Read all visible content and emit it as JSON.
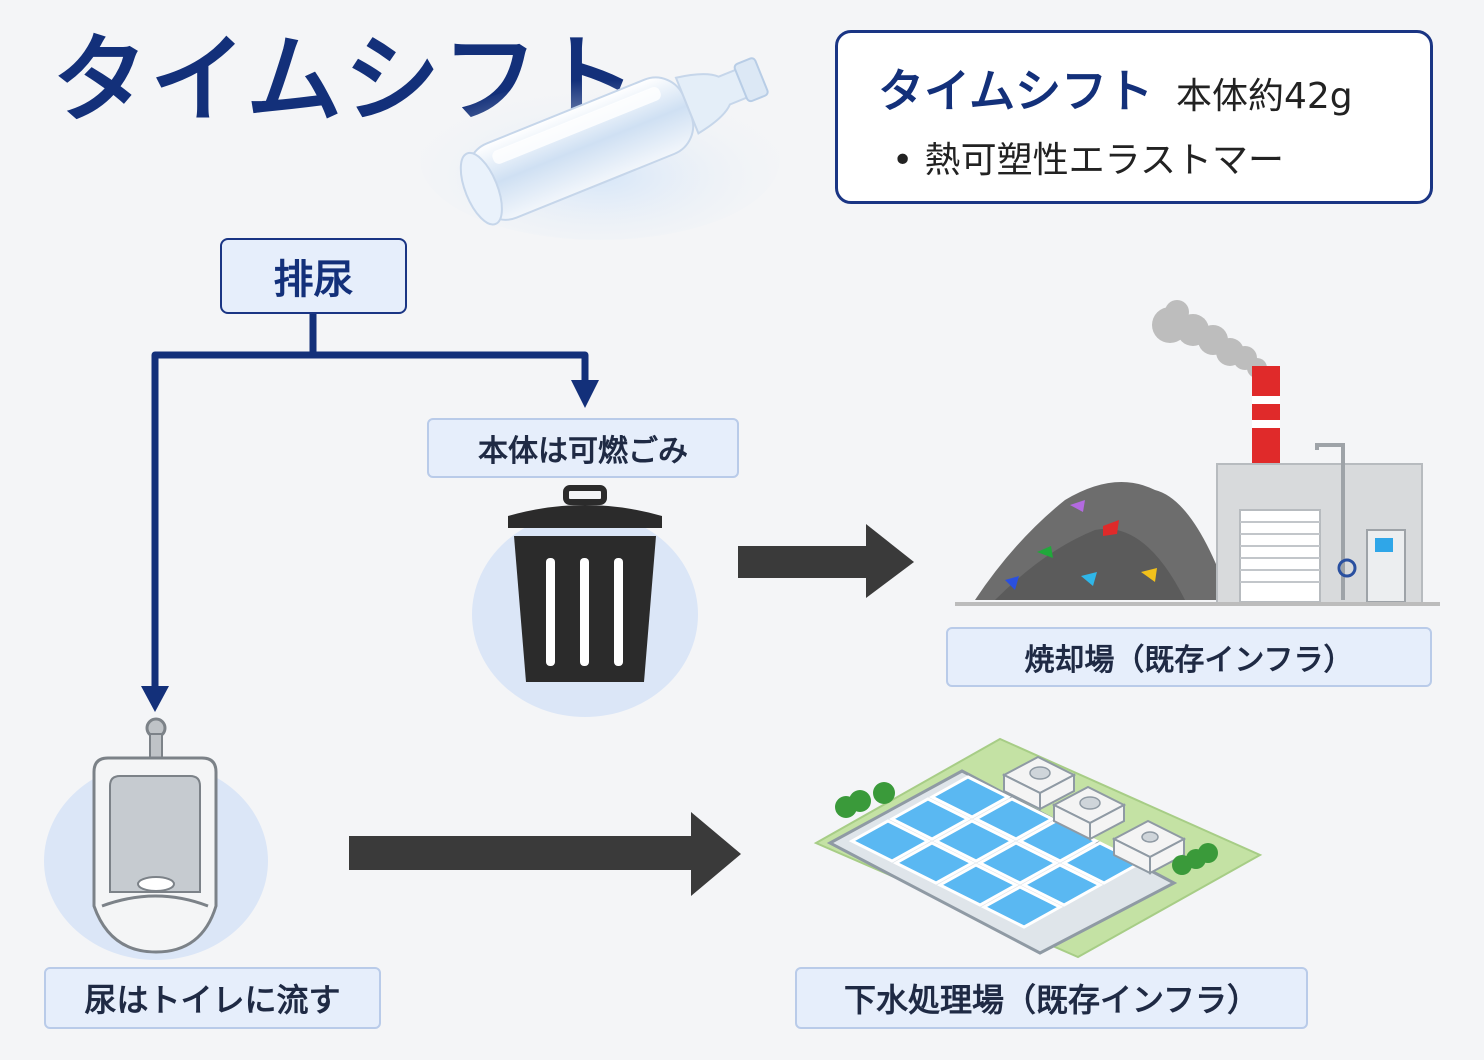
{
  "title": "タイムシフト",
  "info_box": {
    "product_name": "タイムシフト",
    "weight": "本体約42g",
    "material_bullet": "• 熱可塑性エラストマー"
  },
  "flow": {
    "start_label": "排尿",
    "trash_label": "本体は可燃ごみ",
    "incinerator_label": "焼却場（既存インフラ）",
    "toilet_label": "尿はトイレに流す",
    "sewage_label": "下水処理場（既存インフラ）"
  },
  "colors": {
    "brand_navy": "#13307a",
    "label_bg": "#e6eefb",
    "arrow_gray": "#3a3a3a",
    "chimney_red": "#e02a2a"
  },
  "icons": [
    "bottle-icon",
    "trash-can-icon",
    "incinerator-icon",
    "urinal-icon",
    "sewage-plant-icon"
  ]
}
